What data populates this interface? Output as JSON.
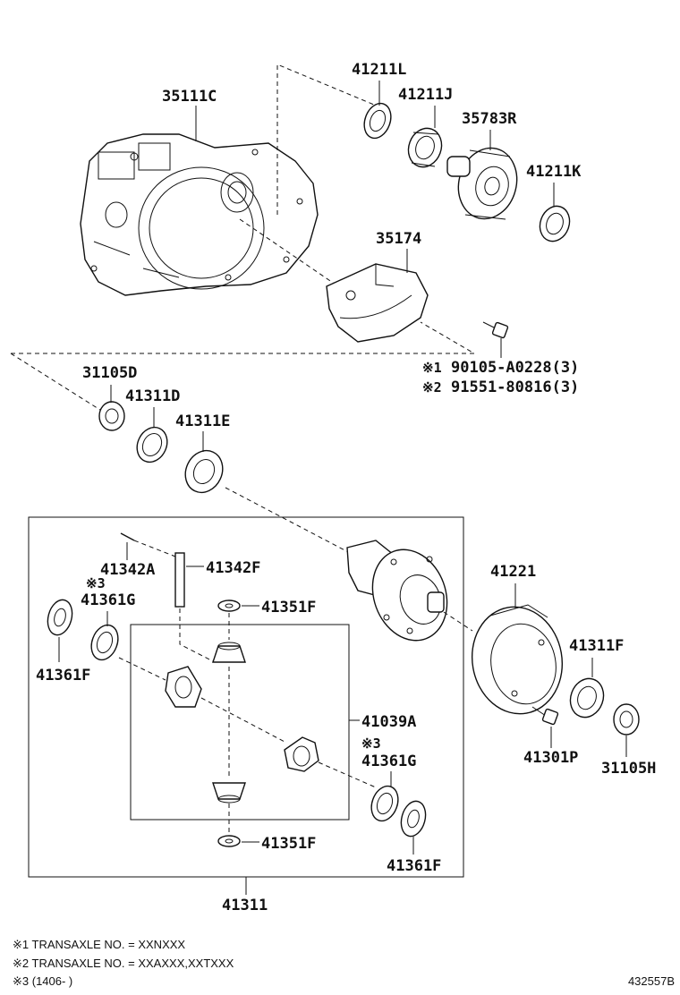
{
  "parts": {
    "p35111C": "35111C",
    "p41211L": "41211L",
    "p41211J": "41211J",
    "p35783R": "35783R",
    "p41211K": "41211K",
    "p35174": "35174",
    "p31105D": "31105D",
    "p41311D": "41311D",
    "p41311E": "41311E",
    "p41342A": "41342A",
    "p41342F": "41342F",
    "p41361G_a": "41361G",
    "p41351F_a": "41351F",
    "p41361F_a": "41361F",
    "p41221": "41221",
    "p41311F": "41311F",
    "p41039A": "41039A",
    "p41361G_b": "41361G",
    "p41301P": "41301P",
    "p31105H": "31105H",
    "p41351F_b": "41351F",
    "p41361F_b": "41361F",
    "p41311": "41311"
  },
  "bolts": {
    "bolt1_mark": "※1",
    "bolt1_part": "90105-A0228(3)",
    "bolt2_mark": "※2",
    "bolt2_part": "91551-80816(3)"
  },
  "marks": {
    "m3_a": "※3",
    "m3_b": "※3"
  },
  "footnotes": {
    "n1": "※1 TRANSAXLE NO. = XXNXXX",
    "n2": "※2 TRANSAXLE NO. = XXAXXX,XXTXXX",
    "n3": "※3 (1406-        )"
  },
  "diagram_id": "432557B"
}
